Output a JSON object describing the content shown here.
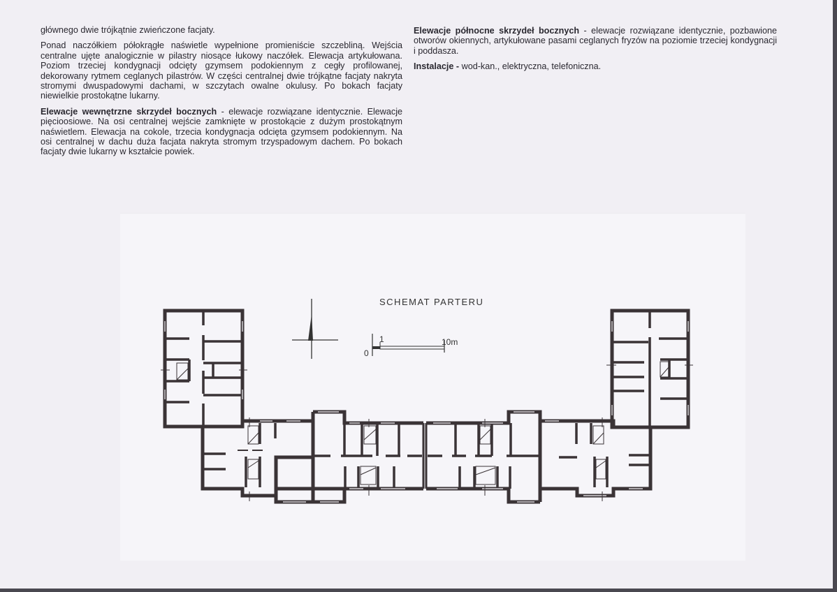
{
  "left_column": {
    "p1": "głównego dwie trójkątnie zwieńczone facjaty.",
    "p2": "Ponad naczółkiem półokrągłe naświetle wypełnione promieniście szczebliną. Wejścia centralne ujęte analogicznie w pilastry niosące łukowy naczółek. Elewacja artykułowana. Poziom trzeciej kondygnacji odcięty gzymsem podokiennym z cegły profilowanej, dekorowany rytmem ceglanych pilastrów. W części centralnej dwie trójkątne facjaty nakryta stromymi dwuspadowymi dachami, w szczytach owalne okulusy. Po bokach facjaty niewielkie prostokątne lukarny.",
    "p3_heading": "Elewacje wewnętrzne skrzydeł bocznych",
    "p3_body": " - elewacje rozwiązane identycznie. Elewacje pięcioosiowe. Na osi centralnej wejście zamknięte w prostokącie z dużym prostokątnym naświetlem. Elewacja na cokole, trzecia kondygnacja odcięta gzymsem podokiennym. Na osi centralnej w dachu duża facjata nakryta stromym trzyspadowym dachem. Po bokach facjaty dwie lukarny w kształcie powiek."
  },
  "right_column": {
    "p1_heading": "Elewacje północne skrzydeł bocznych",
    "p1_body": " - elewacje rozwiązane identycznie, pozbawione otworów okiennych, artykułowane pasami ceglanych fryzów na poziomie trzeciej kondygnacji i poddasza.",
    "p2_heading": "Instalacje -",
    "p2_body": " wod-kan., elektryczna, telefoniczna."
  },
  "plan": {
    "title": "SCHEMAT PARTERU",
    "scale_zero": "0",
    "scale_one": "1",
    "scale_ten": "10m",
    "north_arrow": "north-arrow-icon",
    "wall_color": "#3a3336"
  }
}
